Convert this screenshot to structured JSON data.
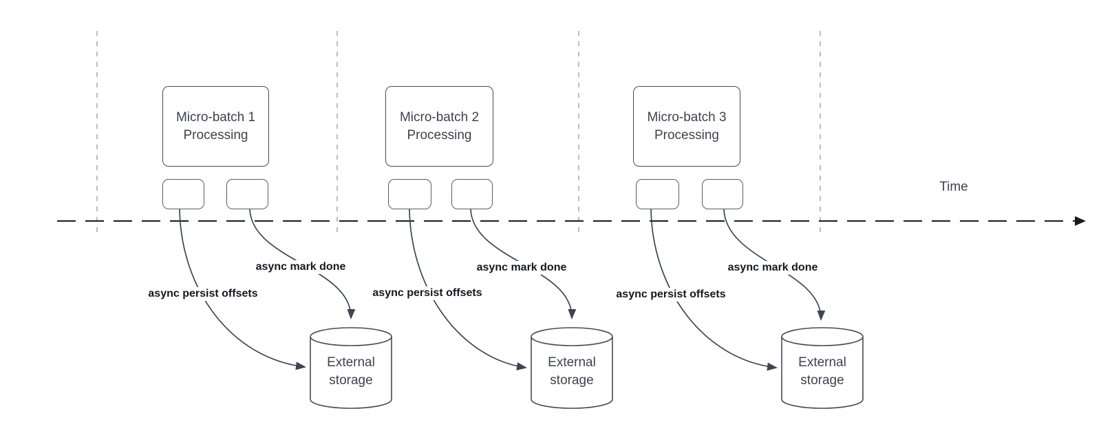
{
  "colors": {
    "shape_stroke": "#454b55",
    "connector_stroke": "#3e4550",
    "shape_text": "#3d434d",
    "edge_label_text": "#14181f",
    "timeline": "#1a1a1a",
    "gridline": "#a9acb0",
    "background": "#ffffff"
  },
  "timeline": {
    "label": "Time"
  },
  "batches": [
    {
      "title": "Micro-batch 1\nProcessing",
      "persist_label": "async persist offsets",
      "mark_done_label": "async mark done",
      "storage_label": "External\nstorage"
    },
    {
      "title": "Micro-batch 2\nProcessing",
      "persist_label": "async persist offsets",
      "mark_done_label": "async mark done",
      "storage_label": "External\nstorage"
    },
    {
      "title": "Micro-batch 3\nProcessing",
      "persist_label": "async persist offsets",
      "mark_done_label": "async mark done",
      "storage_label": "External\nstorage"
    }
  ]
}
